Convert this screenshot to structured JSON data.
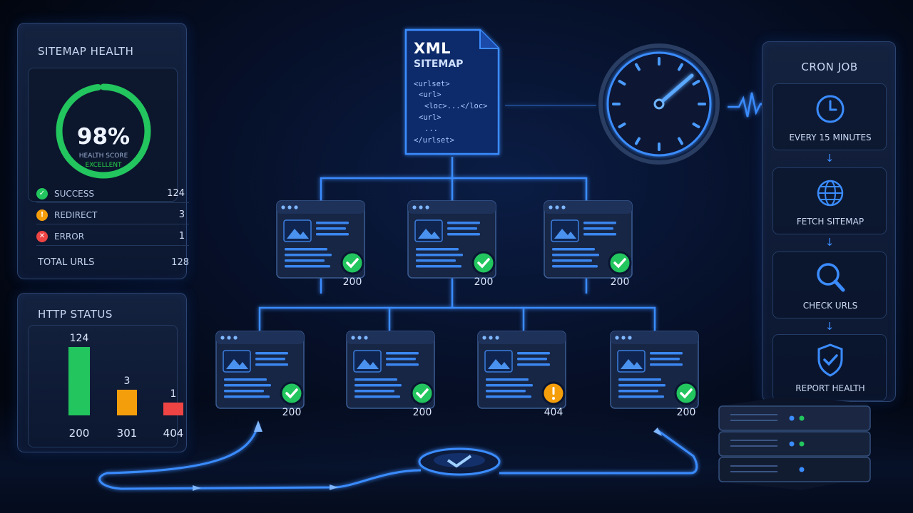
{
  "health": {
    "title": "SITEMAP HEALTH",
    "score": "98%",
    "score_fraction": 0.98,
    "score_label": "HEALTH SCORE",
    "score_grade": "EXCELLENT",
    "rows": [
      {
        "label": "SUCCESS",
        "value": "124",
        "icon": "check-icon",
        "color": "#22c55e",
        "glyph": "✓"
      },
      {
        "label": "REDIRECT",
        "value": "3",
        "icon": "exclamation-icon",
        "color": "#f59e0b",
        "glyph": "!"
      },
      {
        "label": "ERROR",
        "value": "1",
        "icon": "x-icon",
        "color": "#ef4444",
        "glyph": "✕"
      }
    ],
    "total_label": "TOTAL URLS",
    "total_value": "128"
  },
  "http_status": {
    "title": "HTTP STATUS"
  },
  "chart_data": {
    "type": "bar",
    "categories": [
      "200",
      "301",
      "404"
    ],
    "values": [
      124,
      3,
      1
    ],
    "value_labels": [
      "124",
      "3",
      "1"
    ],
    "colors": [
      "#22c55e",
      "#f59e0b",
      "#ef4444"
    ],
    "title": "HTTP STATUS"
  },
  "xml": {
    "title": "XML",
    "subtitle": "SITEMAP",
    "lines": [
      "<urlset>",
      "<url>",
      "<loc>...</loc>",
      "<url>",
      "...",
      "</urlset>"
    ]
  },
  "pages": [
    {
      "code": "200",
      "status": "ok"
    },
    {
      "code": "200",
      "status": "ok"
    },
    {
      "code": "200",
      "status": "ok"
    },
    {
      "code": "200",
      "status": "ok"
    },
    {
      "code": "200",
      "status": "ok"
    },
    {
      "code": "404",
      "status": "warn"
    },
    {
      "code": "200",
      "status": "ok"
    }
  ],
  "cron": {
    "title": "CRON JOB",
    "steps": [
      {
        "label": "EVERY 15 MINUTES",
        "icon": "clock-icon"
      },
      {
        "label": "FETCH SITEMAP",
        "icon": "globe-icon"
      },
      {
        "label": "CHECK URLS",
        "icon": "magnifier-icon"
      },
      {
        "label": "REPORT HEALTH",
        "icon": "shield-check-icon"
      }
    ]
  },
  "colors": {
    "accent": "#2f7bff",
    "success": "#22c55e",
    "warning": "#f59e0b",
    "error": "#ef4444"
  }
}
